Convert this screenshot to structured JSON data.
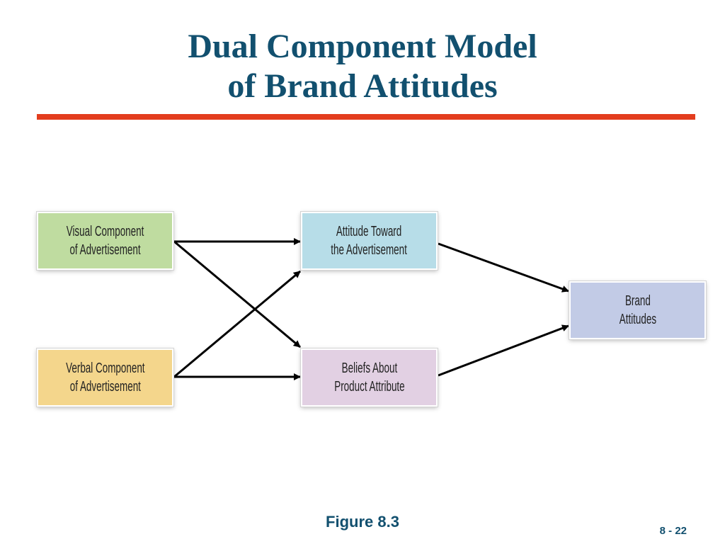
{
  "title": {
    "line1": "Dual Component Model",
    "line2": "of Brand Attitudes"
  },
  "nodes": {
    "visual": {
      "line1": "Visual Component",
      "line2": "of Advertisement",
      "color": "#bfdca0"
    },
    "verbal": {
      "line1": "Verbal Component",
      "line2": "of Advertisement",
      "color": "#f4d68c"
    },
    "attitude": {
      "line1": "Attitude Toward",
      "line2": "the Advertisement",
      "color": "#b7dde8"
    },
    "beliefs": {
      "line1": "Beliefs About",
      "line2": "Product Attribute",
      "color": "#e2d0e3"
    },
    "brand": {
      "line1": "Brand",
      "line2": "Attitudes",
      "color": "#c2cbe6"
    }
  },
  "edges": [
    {
      "from": "visual",
      "to": "attitude"
    },
    {
      "from": "visual",
      "to": "beliefs"
    },
    {
      "from": "verbal",
      "to": "attitude"
    },
    {
      "from": "verbal",
      "to": "beliefs"
    },
    {
      "from": "attitude",
      "to": "brand"
    },
    {
      "from": "beliefs",
      "to": "brand"
    }
  ],
  "figure_label": "Figure 8.3",
  "page_number": "8 - 22",
  "colors": {
    "title": "#12506f",
    "rule": "#e33d1e",
    "arrow": "#000000"
  }
}
